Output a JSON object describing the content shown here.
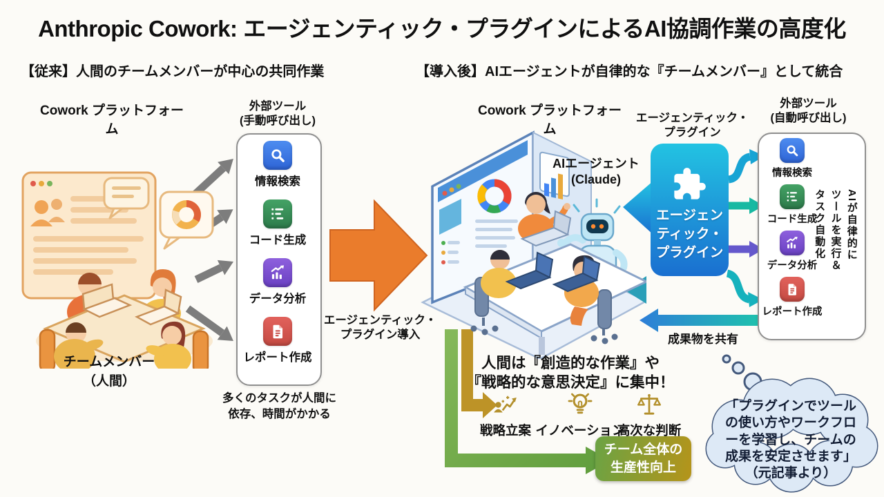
{
  "title": "Anthropic Cowork: エージェンティック・プラグインによるAI協調作業の高度化",
  "colors": {
    "background": "#fcfbf7",
    "transition_arrow_orange": "#ea7c2c",
    "manual_arrow_gray": "#7d7d7d",
    "plugin_gradient_top": "#23c3e2",
    "plugin_gradient_bottom": "#1a6fd0",
    "share_arrow_blue": "#2e7ed8",
    "share_arrow_teal": "#1fc0ae",
    "focus_arrow_green": "#6ca845",
    "focus_arrow_gold": "#bd9327",
    "benefit_icon_gold": "#b3902c",
    "bubble_fill": "#dde9f6",
    "bubble_border": "#44597c"
  },
  "before": {
    "heading": "【従来】人間のチームメンバーが中心の共同作業",
    "platform_label": "Cowork プラットフォーム",
    "team_label": {
      "line1": "チームメンバー",
      "line2": "（人間）"
    },
    "tools": {
      "heading_line1": "外部ツール",
      "heading_line2": "(手動呼び出し)",
      "items": [
        {
          "icon": "search-icon",
          "label": "情報検索",
          "color": "#3a7ce8"
        },
        {
          "icon": "code-icon",
          "label": "コード生成",
          "color": "#379156"
        },
        {
          "icon": "chart-icon",
          "label": "データ分析",
          "color": "#7b51d2"
        },
        {
          "icon": "report-icon",
          "label": "レポート作成",
          "color": "#d6534c"
        }
      ]
    },
    "caption_line1": "多くのタスクが人間に",
    "caption_line2": "依存、時間がかかる"
  },
  "transition": {
    "label_line1": "エージェンティック・",
    "label_line2": "プラグイン導入"
  },
  "after": {
    "heading": "【導入後】AIエージェントが自律的な『チームメンバー』として統合",
    "platform_label": "Cowork プラットフォーム",
    "ai_agent": {
      "line1": "AIエージェント",
      "line2": "(Claude)"
    },
    "plugin": {
      "label_line1": "エージェンティック・",
      "label_line2": "プラグイン",
      "box_line1": "エージェン",
      "box_line2": "ティック・",
      "box_line3": "プラグイン"
    },
    "tools": {
      "heading_line1": "外部ツール",
      "heading_line2": "(自動呼び出し)",
      "items": [
        {
          "icon": "search-icon",
          "label": "情報検索",
          "color": "#3a7ce8"
        },
        {
          "icon": "code-icon",
          "label": "コード生成",
          "color": "#379156"
        },
        {
          "icon": "chart-icon",
          "label": "データ分析",
          "color": "#7b51d2"
        },
        {
          "icon": "report-icon",
          "label": "レポート作成",
          "color": "#d6534c"
        }
      ],
      "vertical_note": [
        "AIが自律的に",
        "ツールを実行＆",
        "タスク自動化"
      ]
    },
    "share_label": "成果物を共有",
    "focus_line1": "人間は『創造的な作業』や",
    "focus_line2": "『戦略的な意思決定』に集中！",
    "benefits": [
      {
        "icon": "strategy-icon",
        "label": "戦略立案"
      },
      {
        "icon": "lightbulb-icon",
        "label": "イノベーション"
      },
      {
        "icon": "scales-icon",
        "label": "高次な判断"
      }
    ],
    "outcome": {
      "line1": "チーム全体の",
      "line2": "生産性向上"
    },
    "bubble_lines": [
      "「プラグインでツール",
      "の使い方やワークフロ",
      "ーを学習し、チームの",
      "成果を安定させます」",
      "（元記事より）"
    ]
  }
}
